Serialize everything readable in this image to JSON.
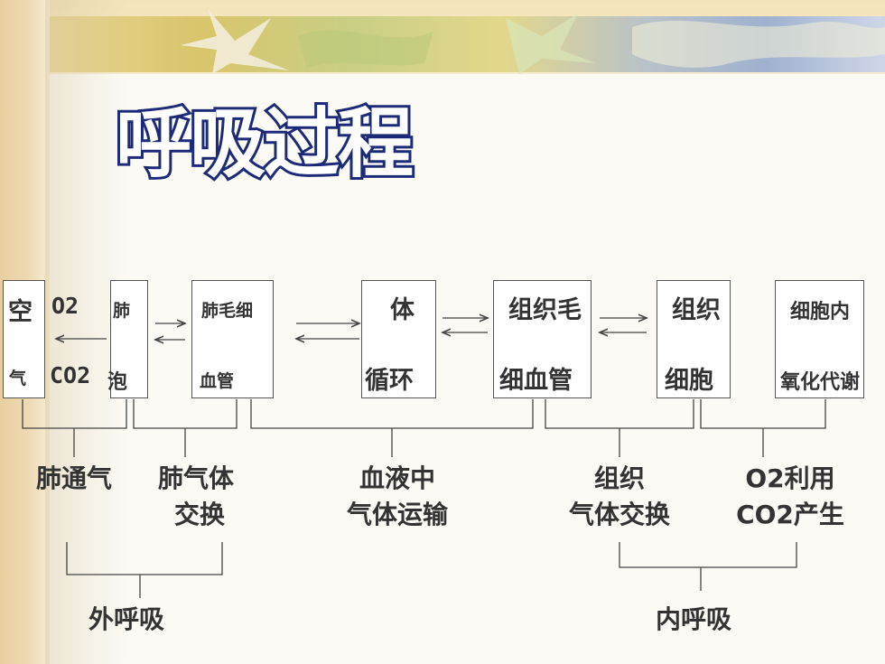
{
  "title": "呼吸过程",
  "boxes": {
    "air": {
      "top": "空",
      "gas_top": "O2",
      "bottom": "气",
      "gas_bottom": "CO2"
    },
    "alveoli": {
      "top": "肺",
      "bottom": "泡"
    },
    "lung_capillary": {
      "top": "肺毛细",
      "bottom": "血管"
    },
    "circulation": {
      "top": "体",
      "bottom": "循环"
    },
    "tissue_capillary": {
      "top": "组织毛",
      "bottom": "细血管"
    },
    "tissue_cell": {
      "top": "组织",
      "bottom": "细胞"
    },
    "intracellular": {
      "top": "细胞内",
      "bottom": "氧化代谢"
    }
  },
  "stages": {
    "lung_ventilation": "肺通气",
    "lung_exchange": [
      "肺气体",
      "交换"
    ],
    "blood_transport": [
      "血液中",
      "气体运输"
    ],
    "tissue_exchange": [
      "组织",
      "气体交换"
    ],
    "utilization": [
      "O2利用",
      "CO2产生"
    ]
  },
  "groups": {
    "external": "外呼吸",
    "internal": "内呼吸"
  }
}
